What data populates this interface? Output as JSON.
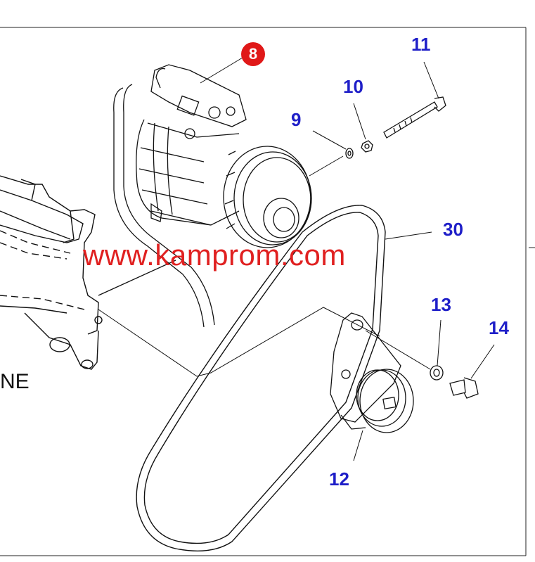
{
  "diagram": {
    "callouts": {
      "part_8": "8",
      "part_9": "9",
      "part_10": "10",
      "part_11": "11",
      "part_12": "12",
      "part_13": "13",
      "part_14": "14",
      "part_30": "30"
    },
    "watermark": "www.kamprom.com",
    "fragment_text": "NE",
    "colors": {
      "callout": "#1f1fc8",
      "badge": "#e01818",
      "watermark": "#e02020",
      "linework": "#111111"
    }
  }
}
